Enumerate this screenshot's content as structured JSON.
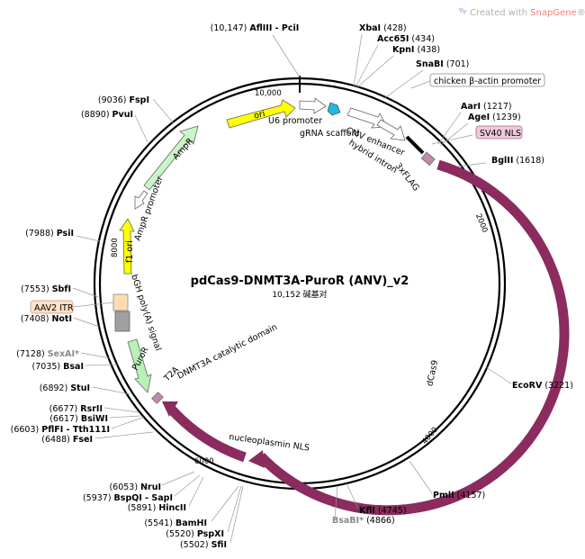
{
  "watermark": {
    "prefix": "Created with ",
    "brand": "SnapGene",
    "suffix": "®"
  },
  "plasmid": {
    "name": "pdCas9-DNMT3A-PuroR (ANV)_v2",
    "size_label": "10,152 碱基对"
  },
  "ticks": [
    "10,000",
    "2000",
    "4000",
    "6000",
    "8000"
  ],
  "features": {
    "ori_top": "ori",
    "u6": "U6 promoter",
    "grna": "gRNA scaffold",
    "cmv": "CMV enhancer",
    "hybrid": "hybrid intron",
    "flag": "3xFLAG",
    "chicken": "chicken β-actin promoter",
    "sv40": "SV40 NLS",
    "dcas9": "dCas9",
    "dnmt": "DNMT3A catalytic domain",
    "npm": "nucleoplasmin NLS",
    "t2a": "T2A",
    "puror": "PuroR",
    "bgh": "bGH poly(A) signal",
    "aav2": "AAV2 ITR",
    "f1": "f1 ori",
    "ampr_prom": "AmpR promoter",
    "ampr": "AmpR"
  },
  "sites": [
    {
      "name": "AflIII - PciI",
      "pos": "(10,147)"
    },
    {
      "name": "XbaI",
      "pos": "(428)"
    },
    {
      "name": "Acc65I",
      "pos": "(434)"
    },
    {
      "name": "KpnI",
      "pos": "(438)"
    },
    {
      "name": "SnaBI",
      "pos": "(701)"
    },
    {
      "name": "AarI",
      "pos": "(1217)"
    },
    {
      "name": "AgeI",
      "pos": "(1239)"
    },
    {
      "name": "BglII",
      "pos": "(1618)"
    },
    {
      "name": "EcoRV",
      "pos": "(3221)"
    },
    {
      "name": "PmlI",
      "pos": "(4157)"
    },
    {
      "name": "KflI",
      "pos": "(4745)"
    },
    {
      "name": "BsaBI*",
      "pos": "(4866)"
    },
    {
      "name": "SfiI",
      "pos": "(5502)"
    },
    {
      "name": "PspXI",
      "pos": "(5520)"
    },
    {
      "name": "BamHI",
      "pos": "(5541)"
    },
    {
      "name": "HincII",
      "pos": "(5891)"
    },
    {
      "name": "BspQI - SapI",
      "pos": "(5937)"
    },
    {
      "name": "NruI",
      "pos": "(6053)"
    },
    {
      "name": "FseI",
      "pos": "(6488)"
    },
    {
      "name": "PflFI - Tth111I",
      "pos": "(6603)"
    },
    {
      "name": "BsiWI",
      "pos": "(6617)"
    },
    {
      "name": "RsrII",
      "pos": "(6677)"
    },
    {
      "name": "StuI",
      "pos": "(6892)"
    },
    {
      "name": "BsaI",
      "pos": "(7035)"
    },
    {
      "name": "SexAI*",
      "pos": "(7128)"
    },
    {
      "name": "NotI",
      "pos": "(7408)"
    },
    {
      "name": "SbfI",
      "pos": "(7553)"
    },
    {
      "name": "PsiI",
      "pos": "(7988)"
    },
    {
      "name": "PvuI",
      "pos": "(8890)"
    },
    {
      "name": "FspI",
      "pos": "(9036)"
    }
  ],
  "colors": {
    "backbone": "#000000",
    "dcas9": "#8b2b5e",
    "ori": "#ffff00",
    "ampr": "#c8f5c8",
    "puror": "#b8f0b8",
    "u6": "#ffffff",
    "grna": "#22b7e0",
    "cmv": "#ffffff",
    "flag": "#c08aa8",
    "sv40_box": "#f0c8dc",
    "aav2_box": "#ffe0c8",
    "bgh": "#a0a0a0",
    "aav2": "#ffdcb4",
    "snapgene": "#f07f7f"
  }
}
